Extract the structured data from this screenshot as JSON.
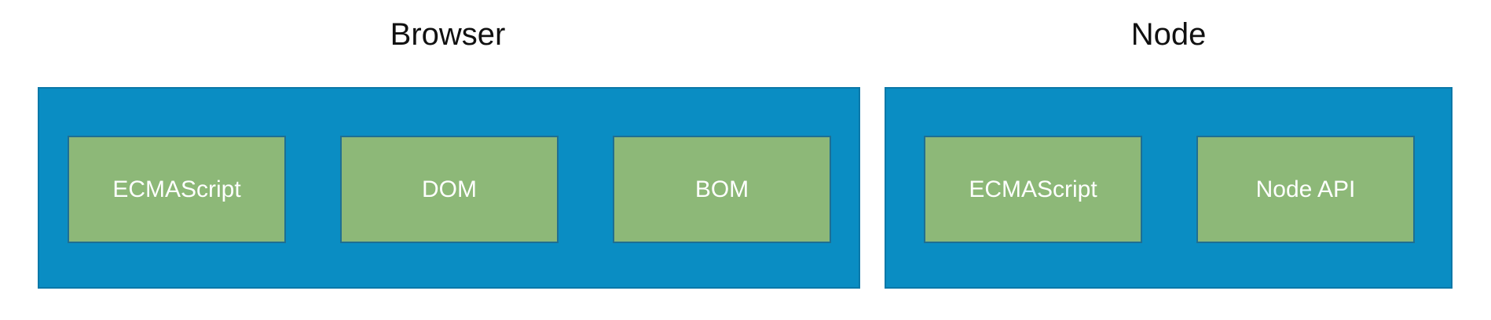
{
  "groups": [
    {
      "title": "Browser",
      "modules": [
        "ECMAScript",
        "DOM",
        "BOM"
      ]
    },
    {
      "title": "Node",
      "modules": [
        "ECMAScript",
        "Node API"
      ]
    }
  ],
  "colors": {
    "container_fill": "#0a8dc3",
    "module_fill": "#8db878",
    "module_text": "#ffffff",
    "title_text": "#111111"
  }
}
